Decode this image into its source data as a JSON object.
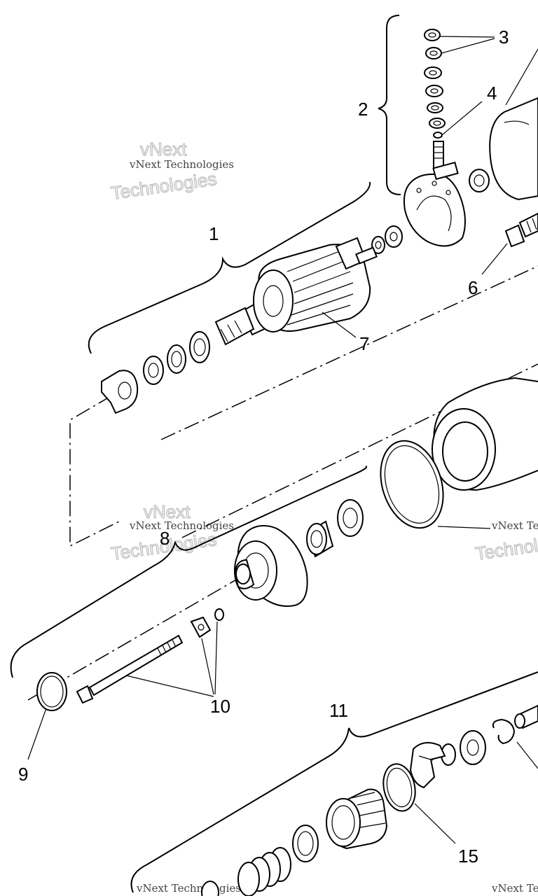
{
  "callouts": [
    {
      "id": "c1",
      "label": "1"
    },
    {
      "id": "c2",
      "label": "2"
    },
    {
      "id": "c3",
      "label": "3"
    },
    {
      "id": "c4",
      "label": "4"
    },
    {
      "id": "c6",
      "label": "6"
    },
    {
      "id": "c7",
      "label": "7"
    },
    {
      "id": "c8",
      "label": "8"
    },
    {
      "id": "c9",
      "label": "9"
    },
    {
      "id": "c10",
      "label": "10"
    },
    {
      "id": "c11",
      "label": "11"
    },
    {
      "id": "c15",
      "label": "15"
    }
  ],
  "watermark": {
    "line1": "vNext Technologies",
    "line2": "Technologies",
    "line0": "vNext"
  }
}
